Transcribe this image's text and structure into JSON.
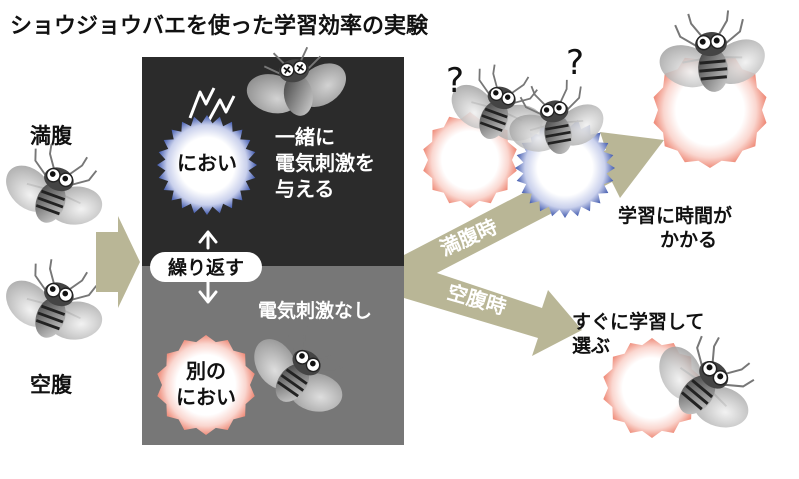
{
  "title": "ショウジョウバエを使った学習効率の実験",
  "groups": {
    "full": "満腹",
    "empty": "空腹"
  },
  "panel_top": {
    "odor": "におい",
    "shock_line1": "一緒に",
    "shock_line2": "電気刺激を",
    "shock_line3": "与える"
  },
  "repeat_label": "繰り返す",
  "panel_bottom": {
    "no_shock": "電気刺激なし",
    "other_odor_line1": "別の",
    "other_odor_line2": "におい"
  },
  "arrows": {
    "full_time": "満腹時",
    "empty_time": "空腹時"
  },
  "results": {
    "full_line1": "学習に時間が",
    "full_line2": "かかる",
    "empty_line1": "すぐに学習して",
    "empty_line2": "選ぶ"
  },
  "marks": {
    "question": "?"
  },
  "colors": {
    "panel_dark": "#2b2b2b",
    "panel_grey": "#777777",
    "arrow_khaki": "#b9b696",
    "odor_glow_blue": "#4b63b3",
    "odor_glow_pink": "#f09a8a"
  }
}
